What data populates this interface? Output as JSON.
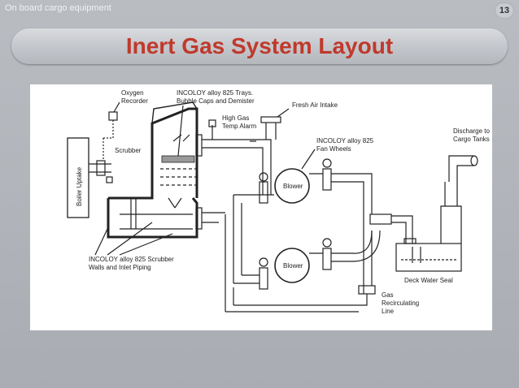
{
  "slide": {
    "header_text": "On board cargo equipment",
    "page_number": "13",
    "title": "Inert Gas System Layout"
  },
  "diagram": {
    "labels": {
      "oxygen_recorder_1": "Oxygen",
      "oxygen_recorder_2": "Recorder",
      "incoloy_trays_1": "INCOLOY alloy 825 Trays.",
      "incoloy_trays_2": "Bubble Caps and Demister",
      "fresh_air_intake": "Fresh Air Intake",
      "high_gas_1": "High Gas",
      "high_gas_2": "Temp Alarm",
      "scrubber": "Scrubber",
      "boiler_uptake": "Boiler Uptake",
      "incoloy_fan_1": "INCOLOY alloy 825",
      "incoloy_fan_2": "Fan Wheels",
      "blower_top": "Blower",
      "blower_bottom": "Blower",
      "discharge_1": "Discharge to",
      "discharge_2": "Cargo Tanks",
      "incoloy_walls_1": "INCOLOY alloy 825 Scrubber",
      "incoloy_walls_2": "Walls and Inlet Piping",
      "deck_water_seal": "Deck Water Seal",
      "gas_recirc_1": "Gas",
      "gas_recirc_2": "Recirculating",
      "gas_recirc_3": "Line"
    }
  }
}
